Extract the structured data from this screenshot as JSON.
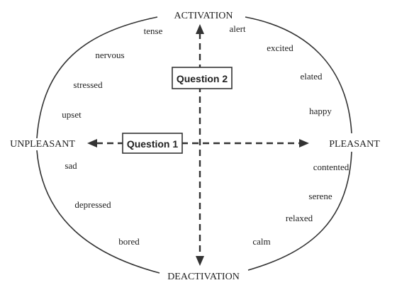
{
  "poles": {
    "top": "ACTIVATION",
    "bottom": "DEACTIVATION",
    "left": "UNPLEASANT",
    "right": "PLEASANT"
  },
  "questions": {
    "horizontal": "Question 1",
    "vertical": "Question 2"
  },
  "emotions": {
    "tense": "tense",
    "alert": "alert",
    "nervous": "nervous",
    "excited": "excited",
    "stressed": "stressed",
    "elated": "elated",
    "upset": "upset",
    "happy": "happy",
    "sad": "sad",
    "contented": "contented",
    "depressed": "depressed",
    "serene": "serene",
    "relaxed": "relaxed",
    "bored": "bored",
    "calm": "calm"
  },
  "colors": {
    "line": "#333333",
    "text": "#222222",
    "background": "#ffffff"
  }
}
